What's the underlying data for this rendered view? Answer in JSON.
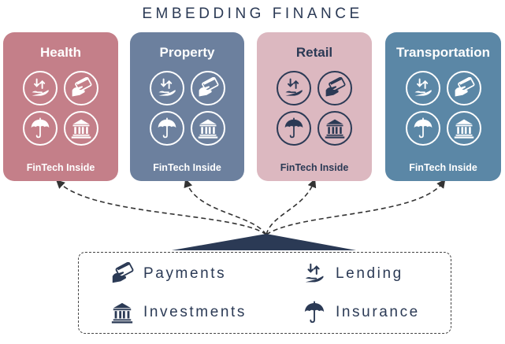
{
  "title": "EMBEDDING FINANCE",
  "colors": {
    "health": "#c47f89",
    "property": "#6c809e",
    "retail": "#dcb8c0",
    "transportation": "#5b87a6",
    "navy": "#2b3a55"
  },
  "cards": [
    {
      "name": "Health",
      "footer": "FinTech Inside"
    },
    {
      "name": "Property",
      "footer": "FinTech Inside"
    },
    {
      "name": "Retail",
      "footer": "FinTech Inside"
    },
    {
      "name": "Transportation",
      "footer": "FinTech Inside"
    }
  ],
  "icons": [
    "lending-icon",
    "payments-icon",
    "insurance-icon",
    "investments-icon"
  ],
  "services": {
    "payments": "Payments",
    "lending": "Lending",
    "investments": "Investments",
    "insurance": "Insurance"
  }
}
